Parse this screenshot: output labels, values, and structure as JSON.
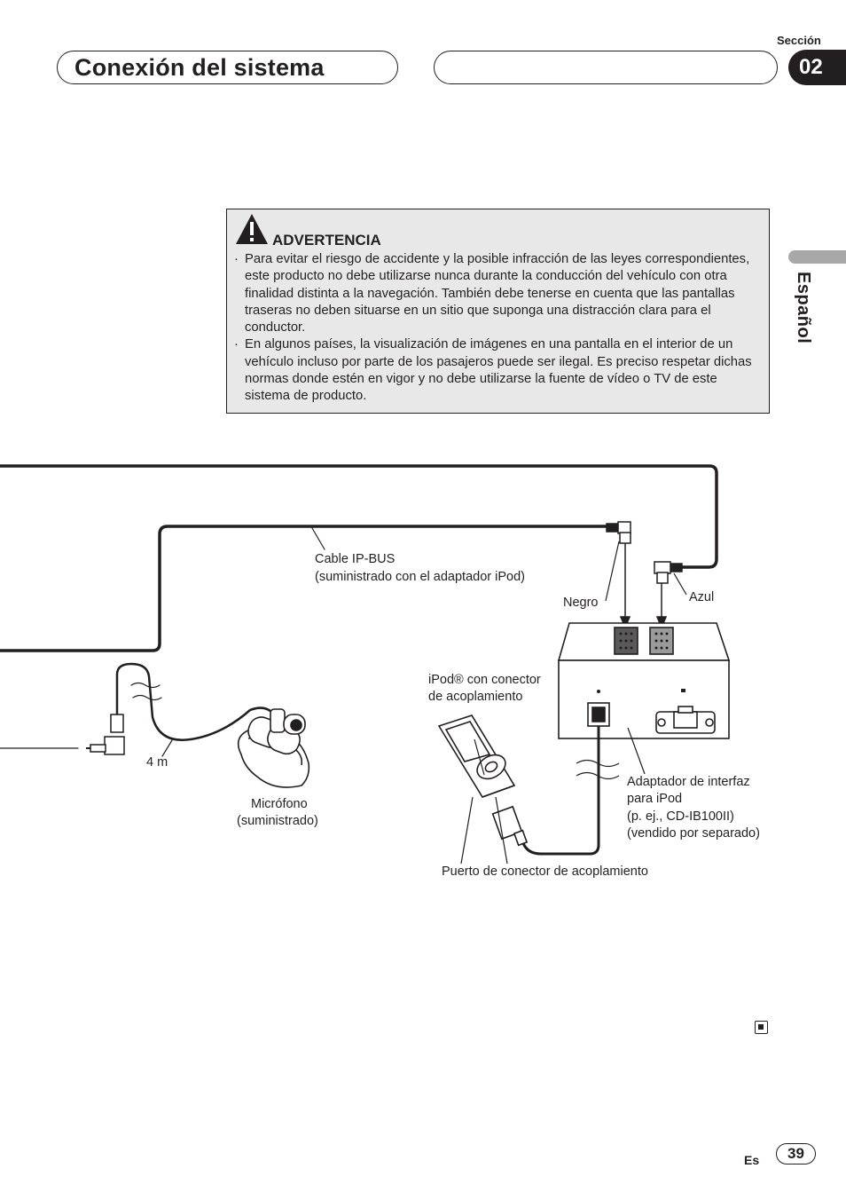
{
  "header": {
    "title": "Conexión del sistema",
    "section_label": "Sección",
    "section_number": "02"
  },
  "side_tab": {
    "language": "Español"
  },
  "warning": {
    "title": "ADVERTENCIA",
    "items": [
      {
        "bullet": "·",
        "text": "Para evitar el riesgo de accidente y la posible infracción de las leyes correspondientes, este producto no debe utilizarse nunca durante la conducción del vehículo con otra finalidad distinta a la navegación. También debe tenerse en cuenta que las pantallas traseras no deben situarse en un sitio que suponga una distracción clara para el conductor."
      },
      {
        "bullet": "·",
        "text": "En algunos países, la visualización de imágenes en una pantalla en el interior de un vehículo incluso por parte de los pasajeros puede ser ilegal. Es preciso respetar dichas normas donde estén en vigor y no debe utilizarse la fuente de vídeo o TV de este sistema de producto."
      }
    ]
  },
  "diagram": {
    "cable_ipbus_line1": "Cable IP-BUS",
    "cable_ipbus_line2": "(suministrado con el adaptador iPod)",
    "negro": "Negro",
    "azul": "Azul",
    "ipod_line1": "iPod® con conector",
    "ipod_line2": "de acoplamiento",
    "length": "4 m",
    "mic_line1": "Micrófono",
    "mic_line2": "(suministrado)",
    "adapter_line1": "Adaptador de interfaz",
    "adapter_line2": "para iPod",
    "adapter_line3": "(p. ej., CD-IB100II)",
    "adapter_line4": "(vendido por separado)",
    "dock_port": "Puerto de conector de acoplamiento"
  },
  "footer": {
    "lang_code": "Es",
    "page_number": "39"
  }
}
